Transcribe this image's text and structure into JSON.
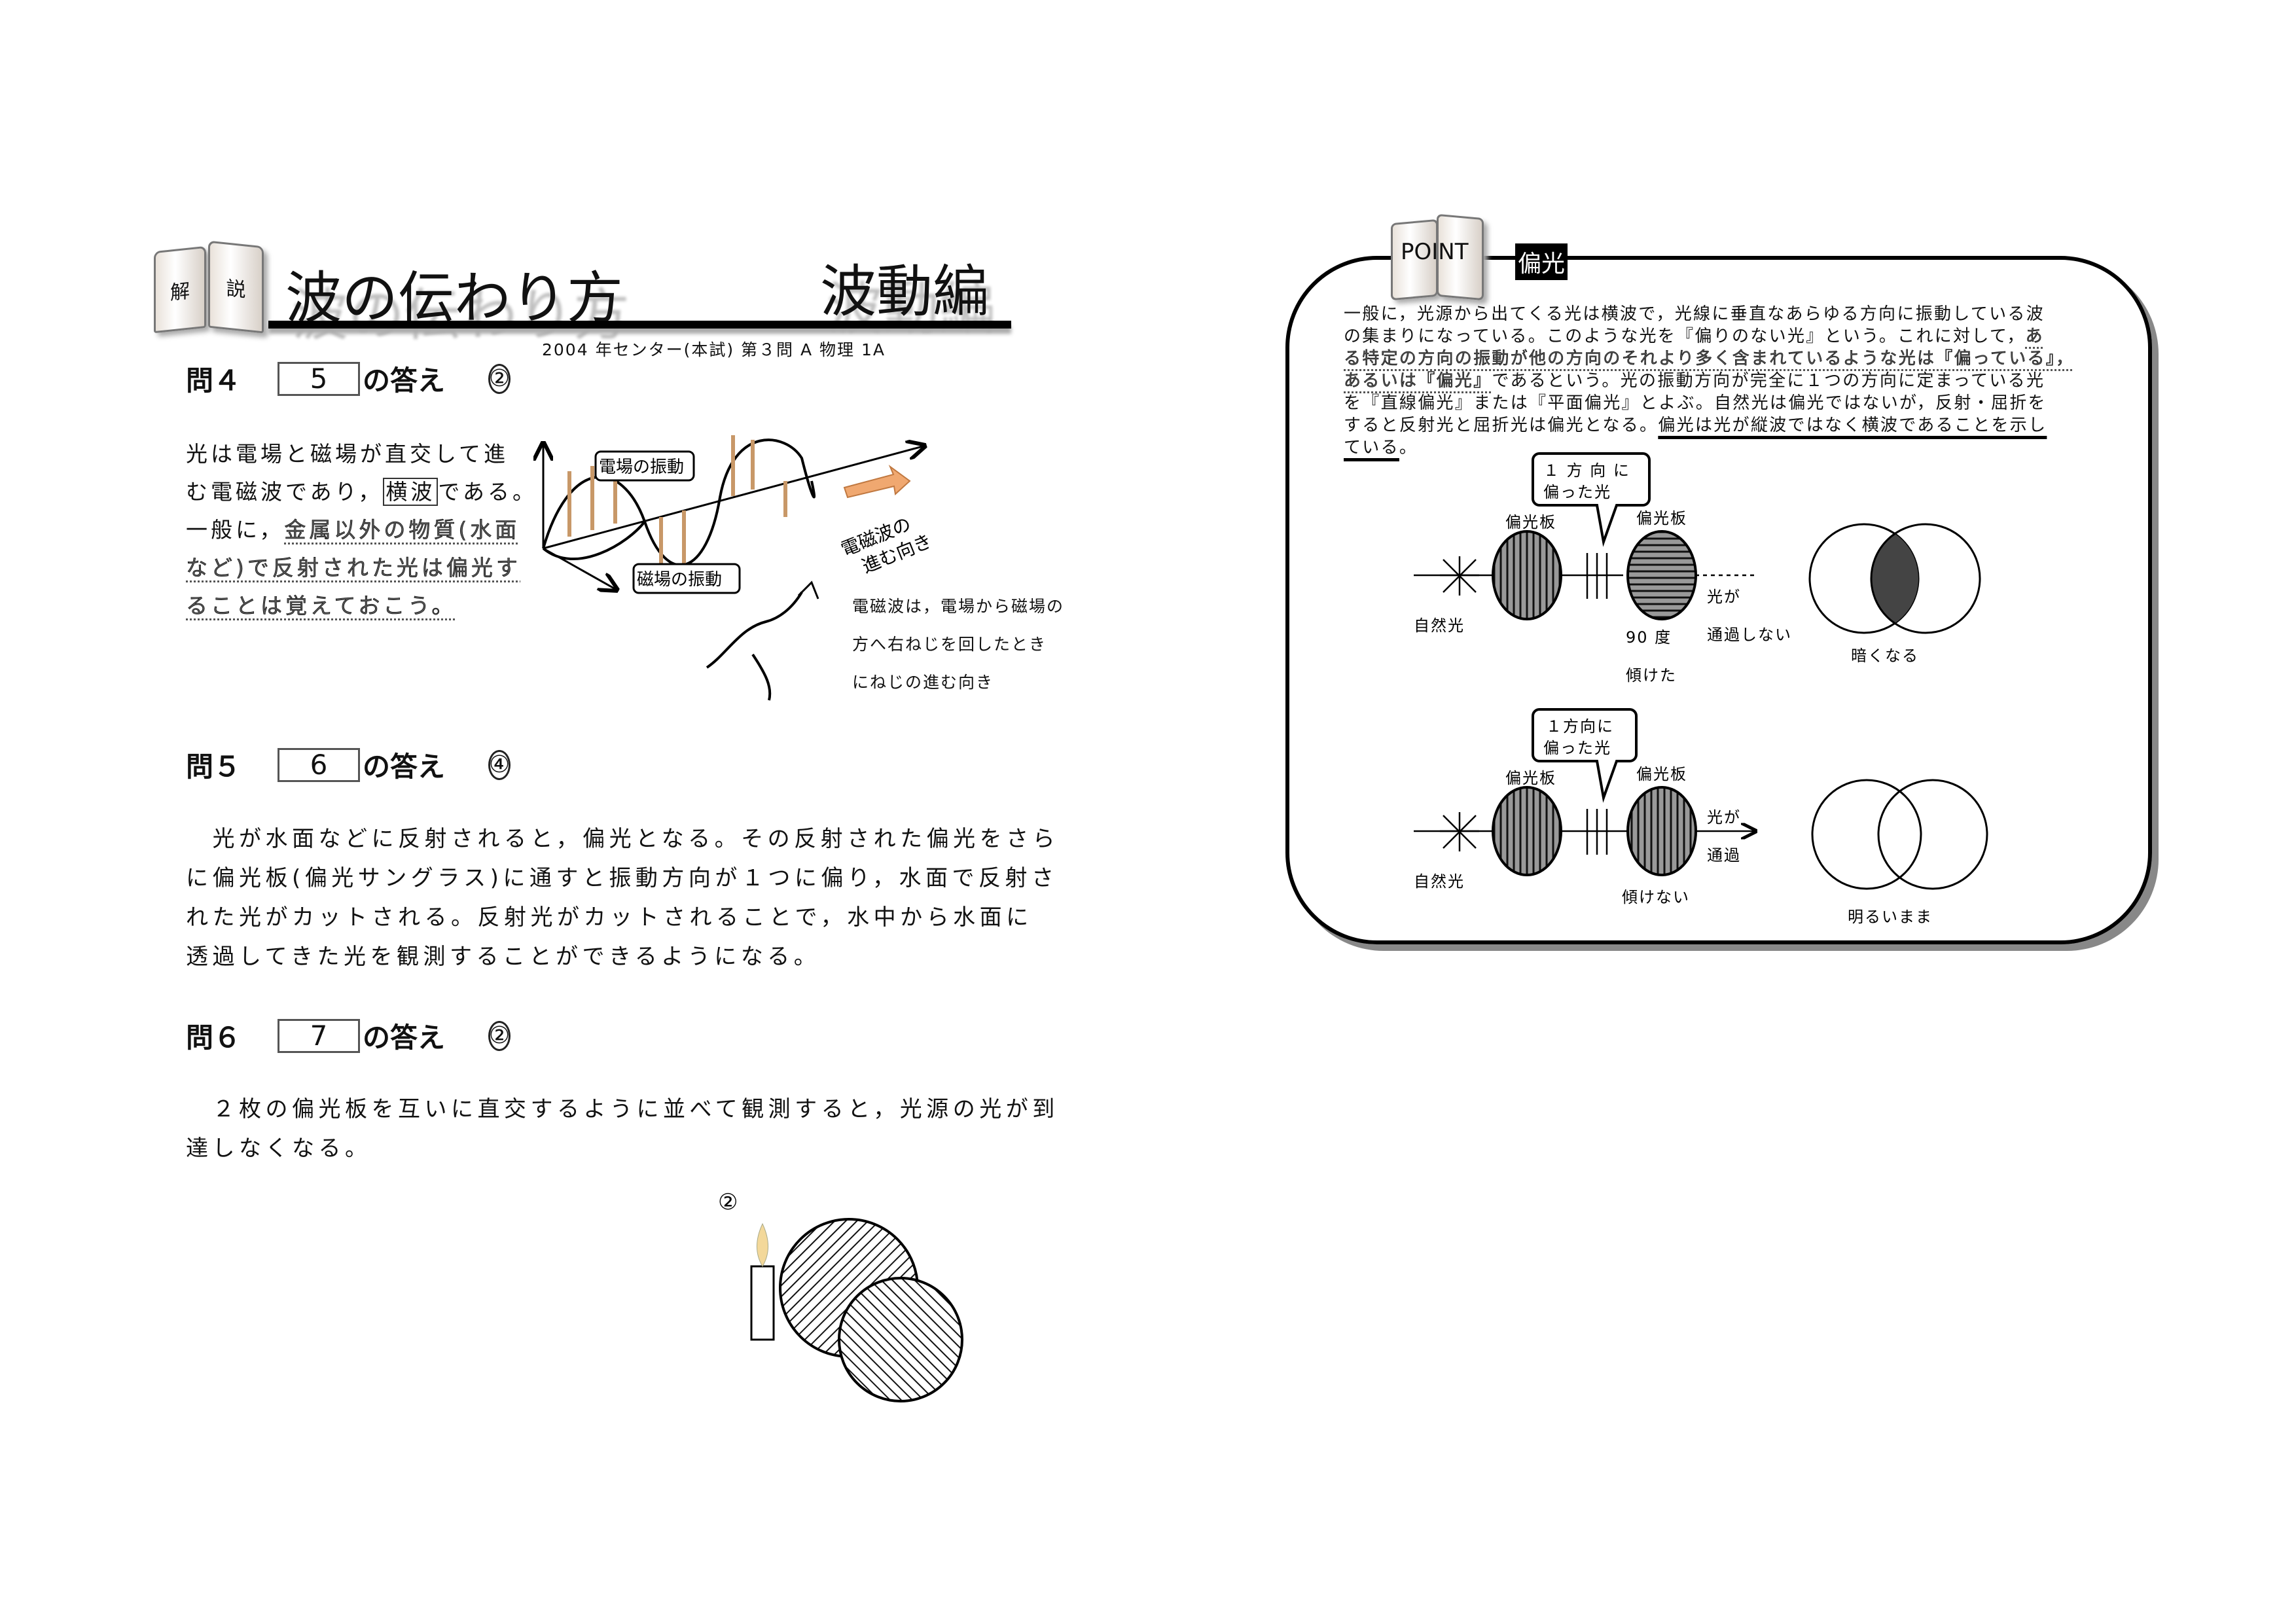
{
  "header": {
    "book_left": "解",
    "book_right": "説",
    "title": "波の伝わり方",
    "section": "波動編",
    "source": "2004 年センター(本試)  第３問  A    物理 1A"
  },
  "q4": {
    "label": "問４",
    "box": "5",
    "answer_suffix": "の答え",
    "answer": "②",
    "lines": [
      [
        {
          "t": "光は電場と磁場が直交して進",
          "s": ""
        }
      ],
      [
        {
          "t": "む電磁波であり，",
          "s": ""
        },
        {
          "t": "横波",
          "s": "boxed"
        },
        {
          "t": "である。",
          "s": ""
        }
      ],
      [
        {
          "t": "一般に，",
          "s": ""
        },
        {
          "t": "金属以外の物質(水面",
          "s": "hl"
        }
      ],
      [
        {
          "t": "など)で反射された光は偏光す",
          "s": "hl"
        }
      ],
      [
        {
          "t": "ることは覚えておこう。",
          "s": "hl"
        }
      ]
    ],
    "figure": {
      "electric_label": "電場の振動",
      "magnetic_label": "磁場の振動",
      "direction_label_1": "電磁波の",
      "direction_label_2": "進む向き",
      "caption": [
        "電磁波は，電場から磁場の",
        "方へ右ねじを回したとき",
        "にねじの進む向き"
      ]
    }
  },
  "q5": {
    "label": "問５",
    "box": "6",
    "answer_suffix": "の答え",
    "answer": "④",
    "lines": [
      "　光が水面などに反射されると，偏光となる。その反射された偏光をさら",
      "に偏光板(偏光サングラス)に通すと振動方向が１つに偏り，水面で反射さ",
      "れた光がカットされる。反射光がカットされることで，水中から水面に",
      "透過してきた光を観測することができるようになる。"
    ]
  },
  "q6": {
    "label": "問６",
    "box": "7",
    "answer_suffix": "の答え",
    "answer": "②",
    "lines": [
      "　２枚の偏光板を互いに直交するように並べて観測すると，光源の光が到",
      "達しなくなる。"
    ],
    "figure_label": "②"
  },
  "point": {
    "badge": "POINT",
    "topic": "偏光",
    "lines": [
      [
        {
          "t": "一般に，光源から出てくる光は横波で，光線に垂直なあらゆる方向に振動している波",
          "s": ""
        }
      ],
      [
        {
          "t": "の集まりになっている。このような光を『偏りのない光』という。これに対して，",
          "s": ""
        },
        {
          "t": "あ",
          "s": "hl"
        }
      ],
      [
        {
          "t": "る特定の方向の振動が他の方向のそれより多く含まれているような光は『偏っている』，",
          "s": "hl"
        }
      ],
      [
        {
          "t": "あるいは『偏光』",
          "s": "hl"
        },
        {
          "t": "であるという。光の振動方向が完全に１つの方向に定まっている光",
          "s": ""
        }
      ],
      [
        {
          "t": "を『直線偏光』または『平面偏光』とよぶ。自然光は偏光ではないが，反射・屈折を",
          "s": ""
        }
      ],
      [
        {
          "t": "すると反射光と屈折光は偏光となる。",
          "s": ""
        },
        {
          "t": "偏光は光が縦波ではなく横波であることを示し",
          "s": "ul"
        }
      ],
      [
        {
          "t": "ている",
          "s": "ul"
        },
        {
          "t": "。",
          "s": ""
        }
      ]
    ],
    "diagram1": {
      "callout_1": "１ 方 向 に",
      "callout_2": "偏った光",
      "polarizer_1": "偏光板",
      "polarizer_2": "偏光板",
      "natural": "自然光",
      "angle_1": "90 度",
      "angle_2": "傾けた",
      "result_1": "光が",
      "result_2": "通過しない",
      "venn": "暗くなる"
    },
    "diagram2": {
      "callout_1": "１方向に",
      "callout_2": "偏った光",
      "polarizer_1": "偏光板",
      "polarizer_2": "偏光板",
      "natural": "自然光",
      "angle": "傾けない",
      "result_1": "光が",
      "result_2": "通過",
      "venn": "明るいまま"
    }
  }
}
